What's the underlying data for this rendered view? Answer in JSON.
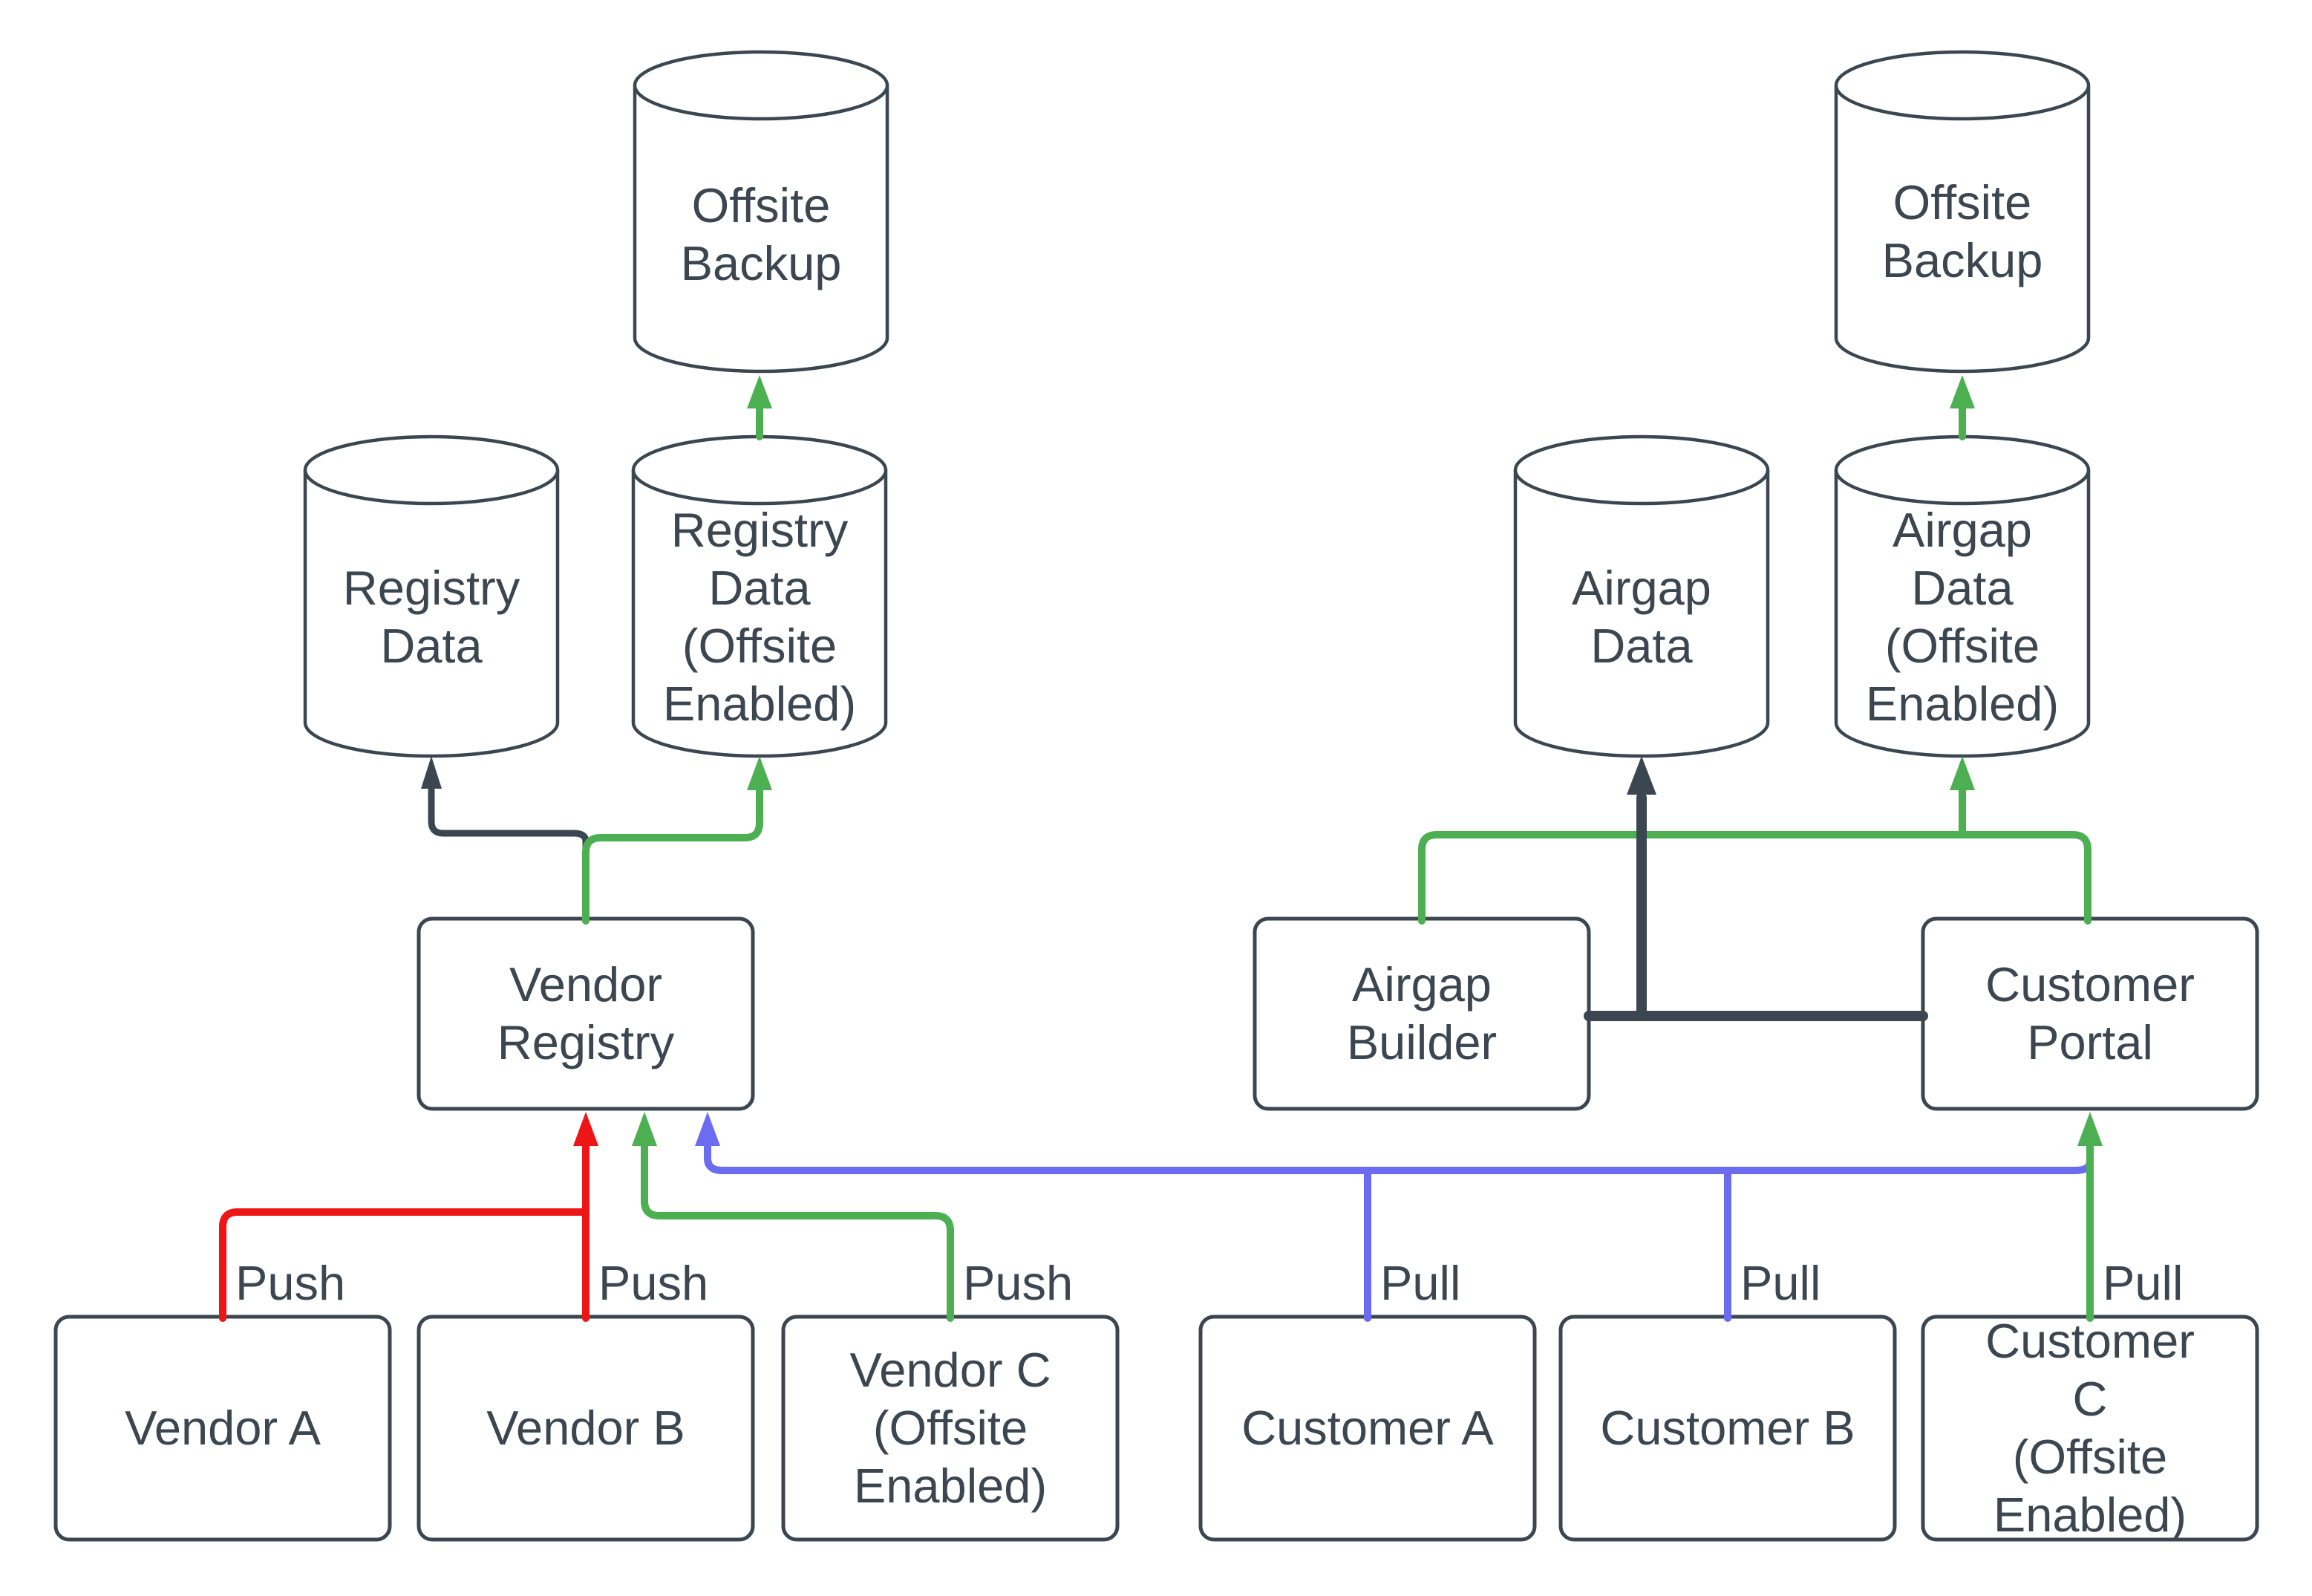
{
  "diagram": {
    "background": "#ffffff",
    "colors": {
      "node_fill": "#ffffff",
      "node_stroke": "#3c4650",
      "text": "#3c4650",
      "dark": "#3c4650",
      "green": "#4cb052",
      "red": "#ed1515",
      "blue": "#6c6cf0"
    },
    "nodes": {
      "offsite_backup_left": {
        "type": "cylinder",
        "label": "Offsite Backup",
        "lines": "Offsite\nBackup"
      },
      "registry_data": {
        "type": "cylinder",
        "label": "Registry Data",
        "lines": "Registry\nData"
      },
      "registry_data_offsite": {
        "type": "cylinder",
        "label": "Registry Data (Offsite Enabled)",
        "lines": "Registry\nData\n(Offsite\nEnabled)"
      },
      "vendor_registry": {
        "type": "process",
        "label": "Vendor Registry",
        "lines": "Vendor\nRegistry"
      },
      "vendor_a": {
        "type": "process",
        "label": "Vendor A",
        "lines": "Vendor A"
      },
      "vendor_b": {
        "type": "process",
        "label": "Vendor B",
        "lines": "Vendor B"
      },
      "vendor_c": {
        "type": "process",
        "label": "Vendor C (Offsite Enabled)",
        "lines": "Vendor C\n(Offsite\nEnabled)"
      },
      "airgap_data": {
        "type": "cylinder",
        "label": "Airgap Data",
        "lines": "Airgap\nData"
      },
      "airgap_data_offsite": {
        "type": "cylinder",
        "label": "Airgap Data (Offsite Enabled)",
        "lines": "Airgap\nData\n(Offsite\nEnabled)"
      },
      "offsite_backup_right": {
        "type": "cylinder",
        "label": "Offsite Backup",
        "lines": "Offsite\nBackup"
      },
      "airgap_builder": {
        "type": "process",
        "label": "Airgap Builder",
        "lines": "Airgap\nBuilder"
      },
      "customer_portal": {
        "type": "process",
        "label": "Customer Portal",
        "lines": "Customer\nPortal"
      },
      "customer_a": {
        "type": "process",
        "label": "Customer A",
        "lines": "Customer A"
      },
      "customer_b": {
        "type": "process",
        "label": "Customer B",
        "lines": "Customer B"
      },
      "customer_c": {
        "type": "process",
        "label": "Customer C (Offsite Enabled)",
        "lines": "Customer C\n(Offsite\nEnabled)"
      }
    },
    "edge_labels": {
      "push_vendor_a": "Push",
      "push_vendor_b": "Push",
      "push_vendor_c": "Push",
      "pull_customer_a": "Pull",
      "pull_customer_b": "Pull",
      "pull_customer_c": "Pull"
    },
    "edges": [
      {
        "id": "vendor_registry_to_registry_data",
        "from": "vendor_registry",
        "to": "registry_data",
        "color": "dark"
      },
      {
        "id": "vendor_registry_to_registry_data_offsite",
        "from": "vendor_registry",
        "to": "registry_data_offsite",
        "color": "green"
      },
      {
        "id": "registry_data_offsite_to_offsite_backup",
        "from": "registry_data_offsite",
        "to": "offsite_backup_left",
        "color": "green"
      },
      {
        "id": "vendor_a_push",
        "from": "vendor_a",
        "to": "vendor_registry",
        "color": "red",
        "label": "Push"
      },
      {
        "id": "vendor_b_push",
        "from": "vendor_b",
        "to": "vendor_registry",
        "color": "red",
        "label": "Push"
      },
      {
        "id": "vendor_c_push",
        "from": "vendor_c",
        "to": "vendor_registry",
        "color": "green",
        "label": "Push"
      },
      {
        "id": "customer_a_pull",
        "from": "customer_a",
        "to": "vendor_registry",
        "color": "blue",
        "label": "Pull"
      },
      {
        "id": "customer_b_pull",
        "from": "customer_b",
        "to": "vendor_registry",
        "color": "blue",
        "label": "Pull"
      },
      {
        "id": "customer_c_pull",
        "from": "customer_c",
        "to": "customer_portal",
        "color": "green",
        "label": "Pull"
      },
      {
        "id": "airgap_builder_to_airgap_data_offsite",
        "from": "airgap_builder",
        "to": "airgap_data_offsite",
        "color": "green"
      },
      {
        "id": "customer_portal_to_airgap_data_offsite",
        "from": "customer_portal",
        "to": "airgap_data_offsite",
        "color": "green"
      },
      {
        "id": "airgap_builder_to_airgap_data",
        "from": "airgap_builder",
        "to": "airgap_data",
        "color": "dark"
      },
      {
        "id": "customer_portal_to_airgap_builder",
        "from": "customer_portal",
        "to": "airgap_builder",
        "color": "dark"
      },
      {
        "id": "airgap_data_offsite_to_offsite_backup",
        "from": "airgap_data_offsite",
        "to": "offsite_backup_right",
        "color": "green"
      }
    ]
  }
}
